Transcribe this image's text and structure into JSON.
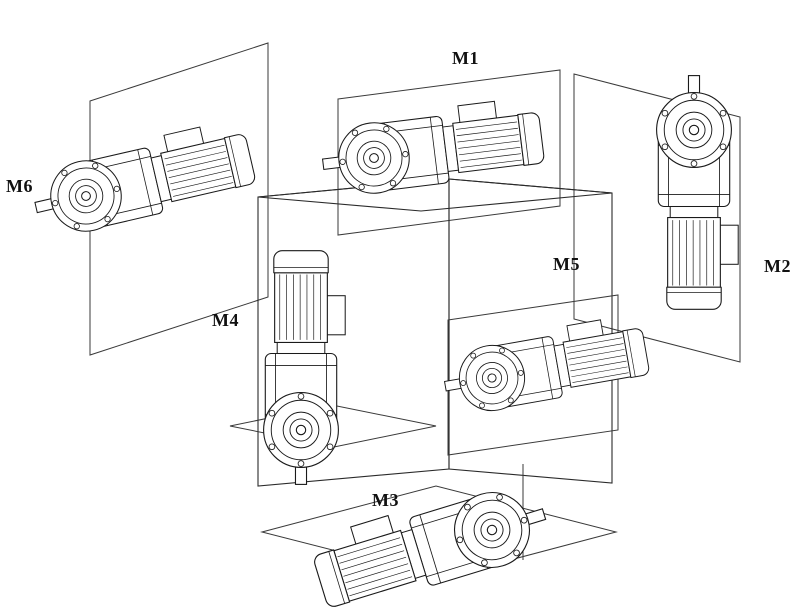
{
  "figure": {
    "type": "mounting-positions-diagram",
    "labels": [
      {
        "id": "M1",
        "text": "M1"
      },
      {
        "id": "M2",
        "text": "M2"
      },
      {
        "id": "M3",
        "text": "M3"
      },
      {
        "id": "M4",
        "text": "M4"
      },
      {
        "id": "M5",
        "text": "M5"
      },
      {
        "id": "M6",
        "text": "M6"
      }
    ],
    "colors": {
      "ink": "#1a1a1a",
      "background": "#ffffff"
    }
  }
}
